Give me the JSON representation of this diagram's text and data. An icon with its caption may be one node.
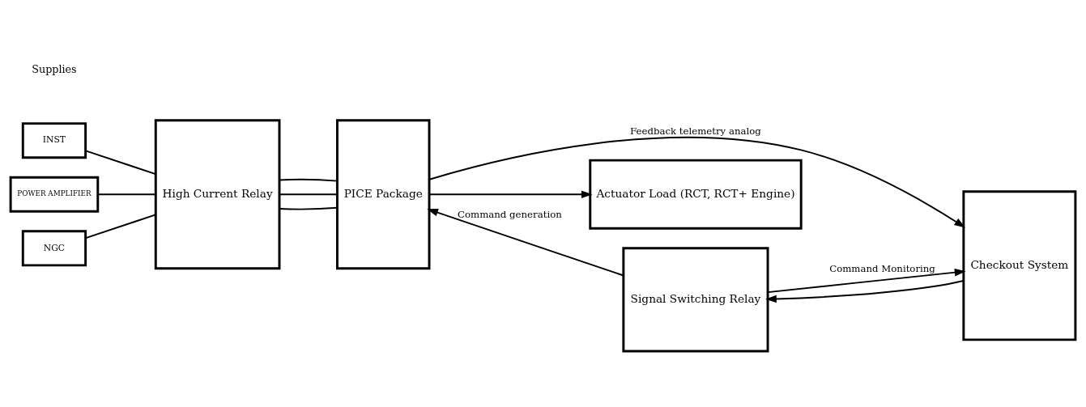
{
  "diagram": {
    "nodes": [
      {
        "text": [
          "INST"
        ]
      },
      {
        "text": [
          "POWER AMPLIFIER"
        ]
      },
      {
        "text": [
          "NGC"
        ]
      },
      {
        "text": [
          "High Current Relay"
        ]
      },
      {
        "text": [
          "PICE Package"
        ]
      },
      {
        "text": [
          "Signal Switching Relay"
        ]
      },
      {
        "text": [
          "Checkout System"
        ]
      },
      {
        "text": [
          "Actuator Load (RCT, RCT+ Engine)"
        ]
      }
    ],
    "edges": [
      {
        "from": 0,
        "to": 3,
        "arrow": "none"
      },
      {
        "from": 1,
        "to": 3,
        "arrow": "none"
      },
      {
        "from": 2,
        "to": 3,
        "arrow": "none"
      },
      {
        "from": 3,
        "to": 4,
        "arrow": "none"
      },
      {
        "from": 3,
        "to": 4,
        "arrow": "none"
      },
      {
        "from": 3,
        "to": 4,
        "arrow": "none"
      },
      {
        "from": 5,
        "to": 4,
        "arrow": "to",
        "label": "Command generation"
      },
      {
        "from": 6,
        "to": 5,
        "arrow": "to"
      },
      {
        "from": 5,
        "to": 6,
        "arrow": "to",
        "label": "Command Monitoring"
      },
      {
        "from": 4,
        "to": 6,
        "arrow": "to",
        "label": "Feedback telemetry analog"
      },
      {
        "from": 4,
        "to": 7,
        "arrow": "to"
      }
    ],
    "labels": [
      "Supplies"
    ]
  }
}
